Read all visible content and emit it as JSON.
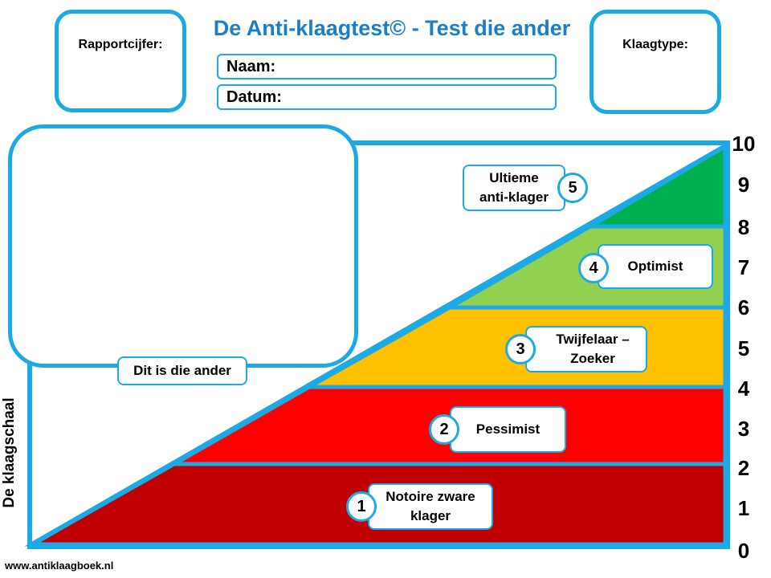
{
  "header": {
    "title": "De Anti-klaagtest© - Test die ander",
    "rapportcijfer_label": "Rapportcijfer:",
    "klaagtype_label": "Klaagtype:",
    "naam_label": "Naam:",
    "datum_label": "Datum:"
  },
  "photo_box": {
    "caption": "Dit is die ander"
  },
  "scale": {
    "axis_label": "De klaagschaal",
    "ticks": [
      "10",
      "9",
      "8",
      "7",
      "6",
      "5",
      "4",
      "3",
      "2",
      "1",
      "0"
    ]
  },
  "levels": [
    {
      "number": "1",
      "label": "Notoire zware klager",
      "line1": "Notoire zware",
      "line2": "klager",
      "color": "#c00000"
    },
    {
      "number": "2",
      "label": "Pessimist",
      "color": "#ff0000"
    },
    {
      "number": "3",
      "label": "Twijfelaar – Zoeker",
      "line1": "Twijfelaar –",
      "line2": "Zoeker",
      "color": "#ffc000"
    },
    {
      "number": "4",
      "label": "Optimist",
      "color": "#92d050"
    },
    {
      "number": "5",
      "label": "Ultieme anti-klager",
      "line1": "Ultieme",
      "line2": "anti-klager",
      "color": "#00b050"
    }
  ],
  "colors": {
    "border": "#1ca9e6",
    "title": "#1a7ec8"
  },
  "footer": {
    "url": "www.antiklaagboek.nl"
  }
}
